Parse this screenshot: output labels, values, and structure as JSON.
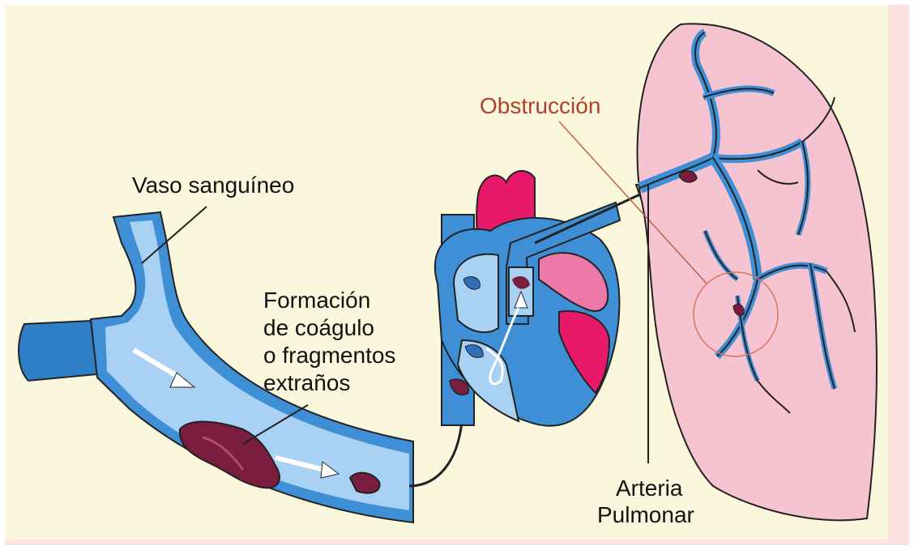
{
  "labels": {
    "vessel": "Vaso sanguíneo",
    "clot_line1": "Formación",
    "clot_line2": "de coágulo",
    "clot_line3": "o fragmentos",
    "clot_line4": "extraños",
    "obstruction": "Obstrucción",
    "artery_line1": "Arteria",
    "artery_line2": "Pulmonar"
  },
  "colors": {
    "background": "#fbf7dc",
    "frame": "#fde1de",
    "vessel_blue": "#3f8fd6",
    "vessel_light": "#a9d1f4",
    "clot": "#7a1d3f",
    "heart_red": "#e8196b",
    "heart_pink": "#ee79a8",
    "lung_pink": "#f6c3d1",
    "obstruction_text": "#b0402c"
  },
  "icons": [
    "flow-arrow-icon",
    "clot-icon",
    "heart-icon",
    "lung-icon"
  ]
}
